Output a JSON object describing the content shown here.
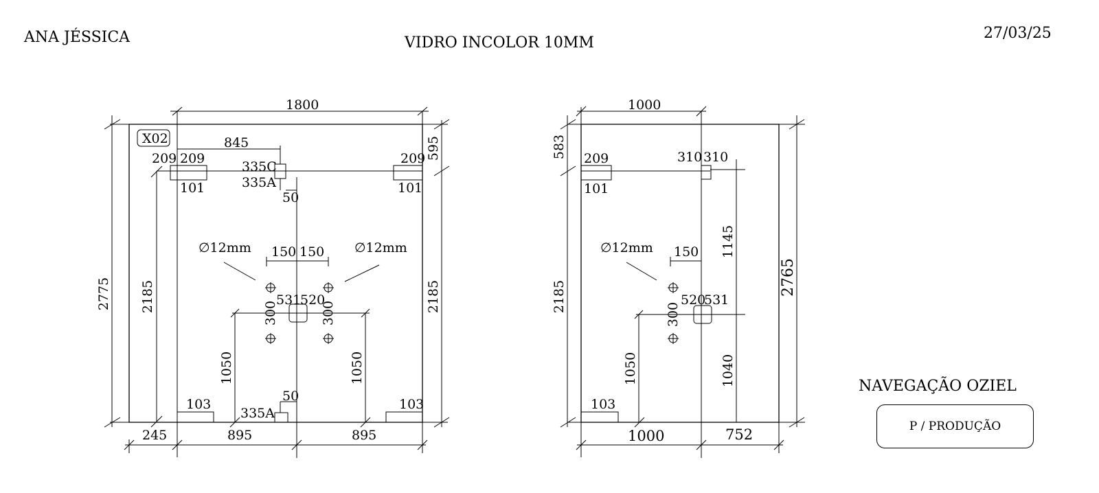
{
  "header": {
    "client": "ANA JÉSSICA",
    "title": "VIDRO INCOLOR 10MM",
    "date": "27/03/25"
  },
  "footer": {
    "navigation_label": "NAVEGAÇÃO OZIEL",
    "stamp_label": "P / PRODUÇÃO"
  },
  "panel_left": {
    "tag": "X02",
    "dim_top": "1800",
    "dim_845": "845",
    "dim_left_total": "2775",
    "dim_right_top": "595",
    "dim_right_2185": "2185",
    "dim_left_2185": "2185",
    "hinge_left_top": "209",
    "hinge_left_top2": "209",
    "hinge_left_bottom": "101",
    "hinge_right_top": "209",
    "hinge_right_bottom": "101",
    "label_335c": "335C",
    "label_335a_top": "335A",
    "label_50_top": "50",
    "hole_note_left": "∅12mm",
    "hole_note_right": "∅12mm",
    "dim_150_left": "150",
    "dim_150_right": "150",
    "label_531": "531",
    "label_520": "520",
    "dim_300_left": "300",
    "dim_300_right": "300",
    "dim_1050_left": "1050",
    "dim_1050_right": "1050",
    "label_103_left": "103",
    "label_103_right": "103",
    "label_50_bottom": "50",
    "label_335a_bottom": "335A",
    "dim_bottom_245": "245",
    "dim_bottom_895_left": "895",
    "dim_bottom_895_right": "895"
  },
  "panel_right": {
    "dim_top": "1000",
    "dim_left_583": "583",
    "dim_left_2185": "2185",
    "dim_right_total": "2765",
    "hinge_top": "209",
    "hinge_bottom": "101",
    "label_310_left": "310",
    "label_310_right": "310",
    "dim_1145": "1145",
    "hole_note": "∅12mm",
    "dim_150": "150",
    "label_520": "520",
    "label_531": "531",
    "dim_300": "300",
    "dim_1050": "1050",
    "dim_1040": "1040",
    "label_103": "103",
    "dim_bottom_1000": "1000",
    "dim_bottom_752": "752"
  }
}
